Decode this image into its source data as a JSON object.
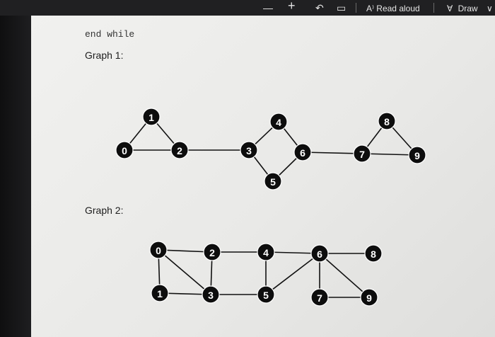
{
  "toolbar": {
    "items": [
      {
        "name": "minus-icon",
        "glyph": "—"
      },
      {
        "name": "plus-icon",
        "glyph": "+"
      },
      {
        "name": "lasso-icon",
        "glyph": "↶"
      },
      {
        "name": "reader-icon",
        "glyph": "▭"
      }
    ],
    "read_aloud_glyph": "A⁾",
    "read_aloud_label": "Read aloud",
    "draw_glyph": "∀",
    "draw_label": "Draw",
    "chevron_glyph": "∨"
  },
  "document": {
    "code_line": "end while",
    "graph1_label": "Graph 1:",
    "graph2_label": "Graph 2:"
  },
  "graph1": {
    "nodes": [
      {
        "id": "0",
        "label": "0"
      },
      {
        "id": "1",
        "label": "1"
      },
      {
        "id": "2",
        "label": "2"
      },
      {
        "id": "3",
        "label": "3"
      },
      {
        "id": "4",
        "label": "4"
      },
      {
        "id": "5",
        "label": "5"
      },
      {
        "id": "6",
        "label": "6"
      },
      {
        "id": "7",
        "label": "7"
      },
      {
        "id": "8",
        "label": "8"
      },
      {
        "id": "9",
        "label": "9"
      }
    ],
    "edges": [
      [
        "0",
        "1"
      ],
      [
        "1",
        "2"
      ],
      [
        "0",
        "2"
      ],
      [
        "2",
        "3"
      ],
      [
        "3",
        "4"
      ],
      [
        "3",
        "5"
      ],
      [
        "4",
        "6"
      ],
      [
        "5",
        "6"
      ],
      [
        "6",
        "7"
      ],
      [
        "7",
        "8"
      ],
      [
        "8",
        "9"
      ],
      [
        "7",
        "9"
      ]
    ]
  },
  "graph2": {
    "nodes": [
      {
        "id": "0",
        "label": "0"
      },
      {
        "id": "1",
        "label": "1"
      },
      {
        "id": "2",
        "label": "2"
      },
      {
        "id": "3",
        "label": "3"
      },
      {
        "id": "4",
        "label": "4"
      },
      {
        "id": "5",
        "label": "5"
      },
      {
        "id": "6",
        "label": "6"
      },
      {
        "id": "7",
        "label": "7"
      },
      {
        "id": "8",
        "label": "8"
      },
      {
        "id": "9",
        "label": "9"
      }
    ],
    "edges": [
      [
        "0",
        "2"
      ],
      [
        "0",
        "1"
      ],
      [
        "0",
        "3"
      ],
      [
        "1",
        "3"
      ],
      [
        "2",
        "3"
      ],
      [
        "2",
        "4"
      ],
      [
        "3",
        "5"
      ],
      [
        "4",
        "5"
      ],
      [
        "4",
        "6"
      ],
      [
        "5",
        "6"
      ],
      [
        "6",
        "8"
      ],
      [
        "6",
        "7"
      ],
      [
        "6",
        "9"
      ],
      [
        "7",
        "9"
      ]
    ]
  }
}
